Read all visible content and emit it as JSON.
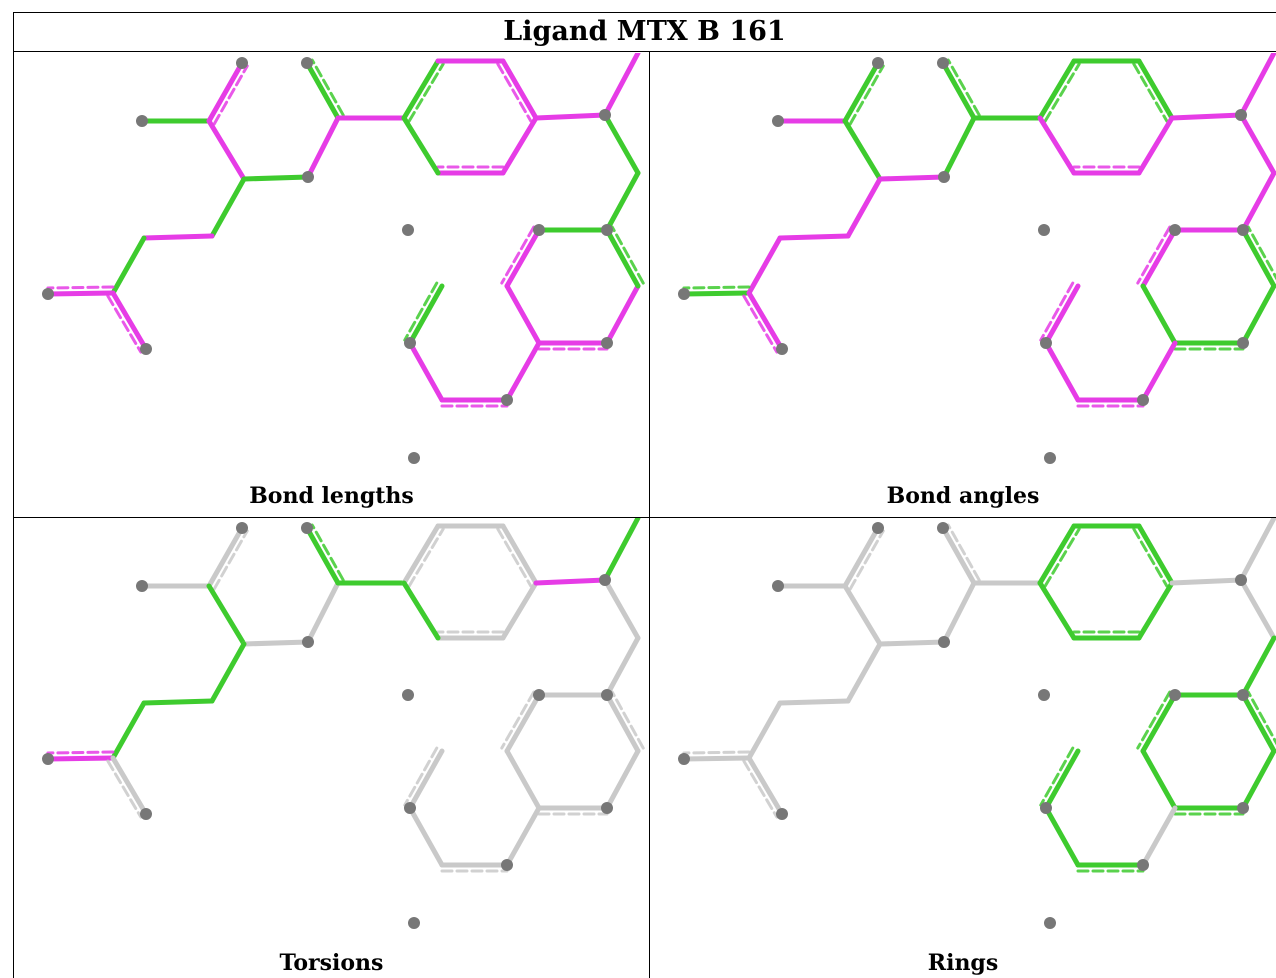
{
  "title": "Ligand MTX B 161",
  "panels": [
    {
      "caption": "Bond lengths",
      "highlight": [
        "g",
        "m",
        "m",
        "g",
        "g",
        "m",
        "g",
        "m",
        "m",
        "m",
        "g",
        "m",
        "g",
        "m",
        "m",
        "m",
        "m",
        "g",
        "m",
        "m",
        "g",
        "g",
        "g",
        "m",
        "m",
        "m",
        "m",
        "g",
        "g",
        "m",
        "m",
        "m"
      ]
    },
    {
      "caption": "Bond angles",
      "highlight": [
        "m",
        "g",
        "g",
        "m",
        "m",
        "m",
        "m",
        "g",
        "m",
        "g",
        "g",
        "g",
        "g",
        "g",
        "g",
        "m",
        "m",
        "m",
        "m",
        "m",
        "m",
        "m",
        "m",
        "m",
        "g",
        "g",
        "g",
        "g",
        "m",
        "m",
        "m",
        "m"
      ]
    },
    {
      "caption": "Torsions",
      "highlight": [
        "n",
        "n",
        "g",
        "n",
        "g",
        "g",
        "g",
        "m",
        "n",
        "n",
        "g",
        "g",
        "n",
        "n",
        "n",
        "n",
        "n",
        "g",
        "m",
        "g",
        "n",
        "n",
        "n",
        "n",
        "n",
        "n",
        "n",
        "n",
        "n",
        "n",
        "n",
        "n"
      ]
    },
    {
      "caption": "Rings",
      "highlight": [
        "n",
        "n",
        "n",
        "n",
        "n",
        "n",
        "n",
        "n",
        "n",
        "n",
        "n",
        "n",
        "g",
        "g",
        "g",
        "g",
        "g",
        "g",
        "n",
        "n",
        "n",
        "g",
        "g",
        "g",
        "g",
        "g",
        "g",
        "g",
        "g",
        "g",
        "g",
        "n"
      ]
    }
  ],
  "colors": {
    "g": "#3ecb2e",
    "m": "#e63ce6",
    "n": "#c9c9c9",
    "atom": "#777777"
  }
}
